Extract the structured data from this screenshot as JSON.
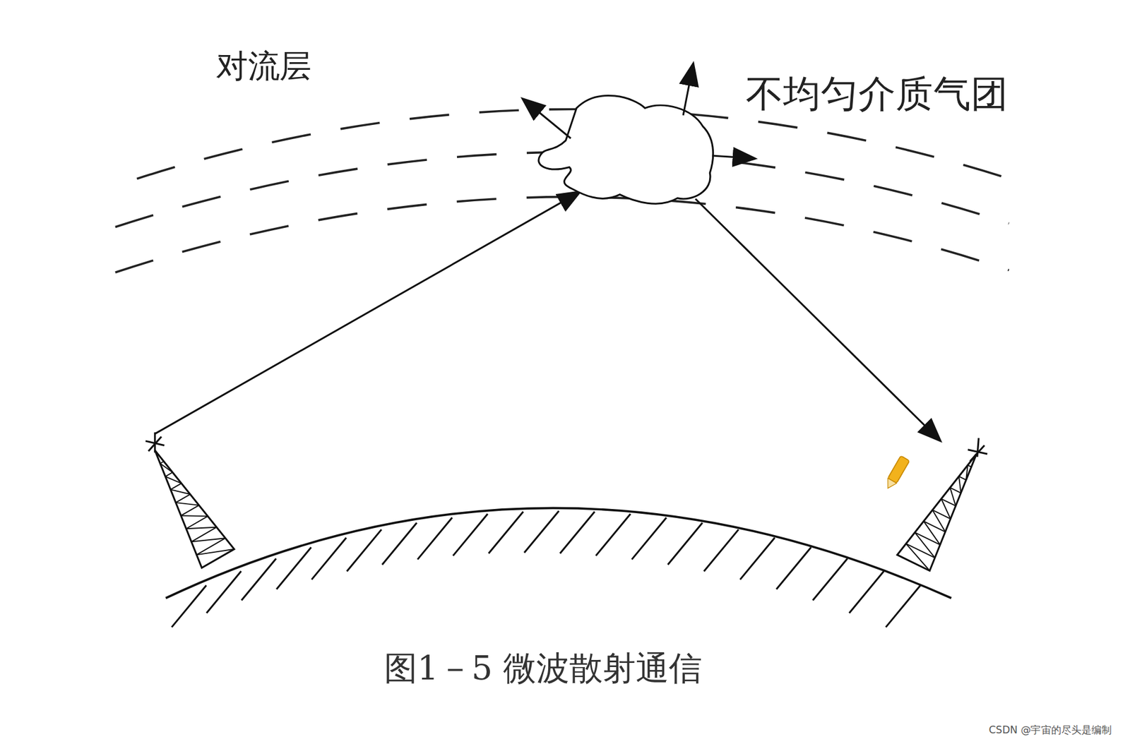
{
  "diagram": {
    "caption": "图1－5 微波散射通信",
    "labels": [
      "对流层",
      "不均匀介质气团",
      "CSDN @宇宙的尽头是编制"
    ]
  }
}
